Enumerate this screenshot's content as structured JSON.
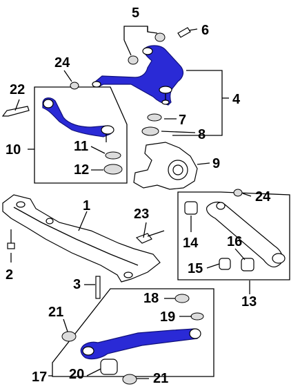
{
  "colors": {
    "highlight": "#2a2ad6",
    "line": "#000000",
    "background": "#ffffff"
  },
  "labels": {
    "l1": "1",
    "l2": "2",
    "l3": "3",
    "l4": "4",
    "l5": "5",
    "l6": "6",
    "l7": "7",
    "l8": "8",
    "l9": "9",
    "l10": "10",
    "l11": "11",
    "l12": "12",
    "l13": "13",
    "l14": "14",
    "l15": "15",
    "l16": "16",
    "l17": "17",
    "l18": "18",
    "l19": "19",
    "l20": "20",
    "l21a": "21",
    "l21b": "21",
    "l22": "22",
    "l23": "23",
    "l24a": "24",
    "l24b": "24"
  }
}
